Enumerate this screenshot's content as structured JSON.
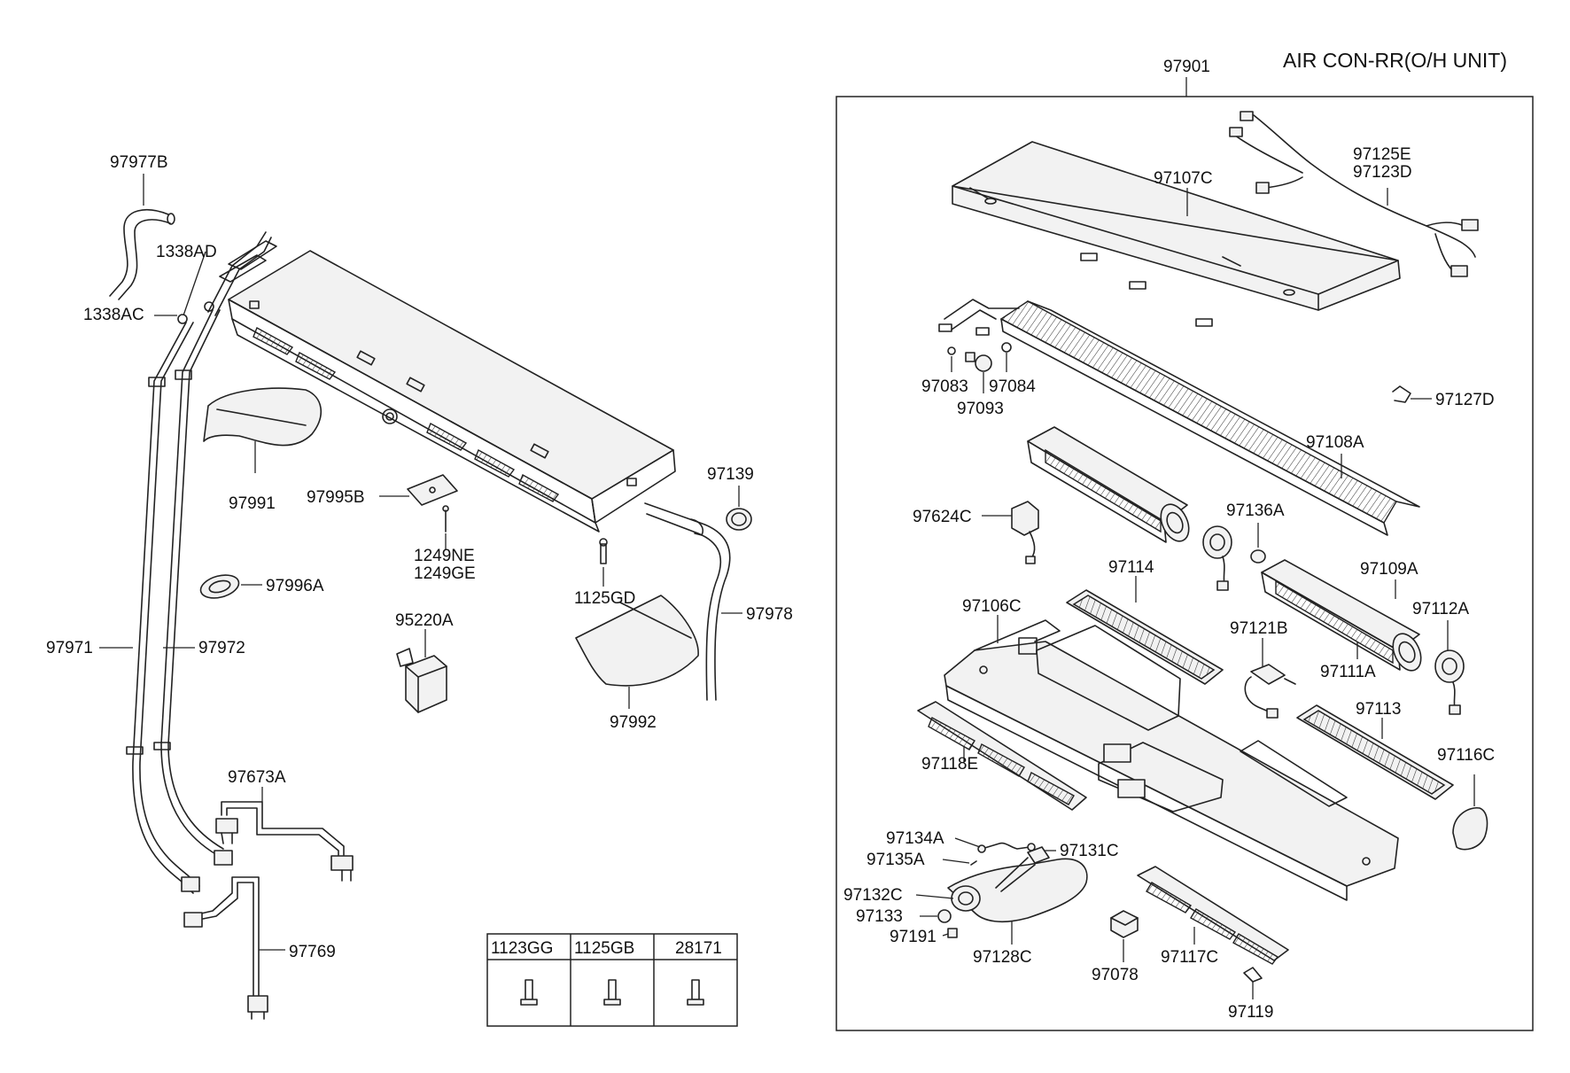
{
  "title": "AIR CON-RR(O/H UNIT)",
  "assembly_label": "97901",
  "labels": {
    "p97977B": "97977B",
    "p1338AD": "1338AD",
    "p1338AC": "1338AC",
    "p97991": "97991",
    "p97995B": "97995B",
    "p1249NE": "1249NE",
    "p1249GE": "1249GE",
    "p97996A": "97996A",
    "p97971": "97971",
    "p97972": "97972",
    "p95220A": "95220A",
    "p97139": "97139",
    "p1125GD": "1125GD",
    "p97978": "97978",
    "p97992": "97992",
    "p97673A": "97673A",
    "p97769": "97769",
    "p97125E": "97125E",
    "p97123D": "97123D",
    "p97107C": "97107C",
    "p97083": "97083",
    "p97084": "97084",
    "p97093": "97093",
    "p97127D": "97127D",
    "p97108A": "97108A",
    "p97624C": "97624C",
    "p97136A": "97136A",
    "p97114": "97114",
    "p97109A": "97109A",
    "p97106C": "97106C",
    "p97112A": "97112A",
    "p97121B": "97121B",
    "p97111A": "97111A",
    "p97113": "97113",
    "p97118E": "97118E",
    "p97116C": "97116C",
    "p97134A": "97134A",
    "p97131C": "97131C",
    "p97135A": "97135A",
    "p97132C": "97132C",
    "p97133": "97133",
    "p97191": "97191",
    "p97128C": "97128C",
    "p97078": "97078",
    "p97117C": "97117C",
    "p97119": "97119"
  },
  "fastener_table": {
    "headers": [
      "1123GG",
      "1125GB",
      "28171"
    ]
  }
}
